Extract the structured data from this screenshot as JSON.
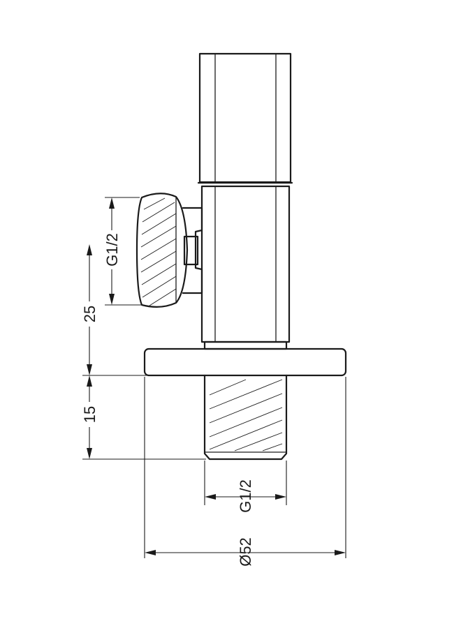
{
  "drawing": {
    "dimensions": {
      "inlet_thread": "G1/2",
      "height_upper": "25",
      "height_lower": "15",
      "outlet_thread": "G1/2",
      "flange_diameter": "Ø52"
    }
  }
}
